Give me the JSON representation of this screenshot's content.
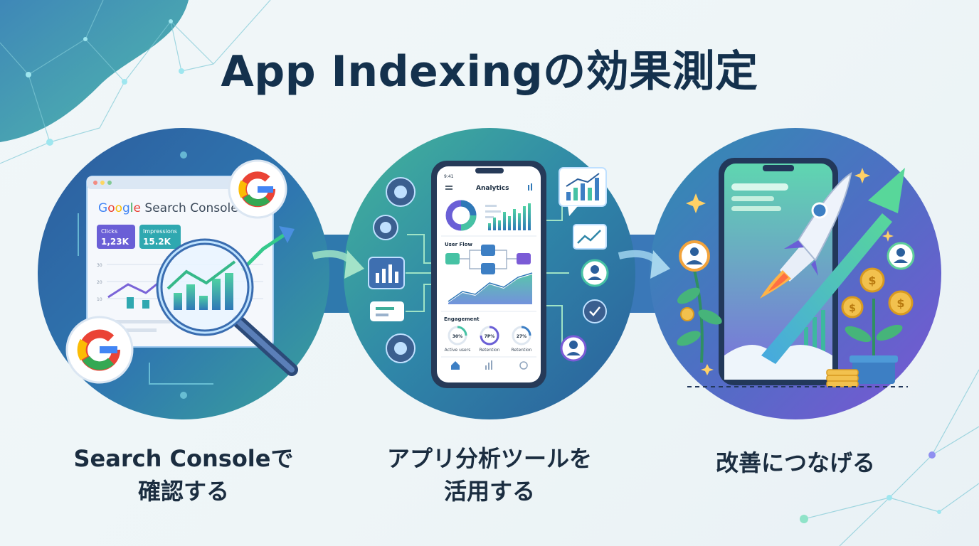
{
  "title": "App Indexingの効果測定",
  "steps": [
    {
      "caption_line1": "Search Consoleで",
      "caption_line2": "確認する",
      "console_header": "Google Search Console",
      "stat1_label": "Clicks",
      "stat1_value": "1,23K",
      "stat2_label": "Impressions",
      "stat2_value": "15.2K"
    },
    {
      "caption_line1": "アプリ分析ツールを",
      "caption_line2": "活用する",
      "status_time": "9:41",
      "app_title": "Analytics",
      "flow_label": "User Flow",
      "engagement_label": "Engagement",
      "metrics": [
        {
          "value": "30%",
          "label": "Active users"
        },
        {
          "value": "7P%",
          "label": "Retention"
        },
        {
          "value": "27%",
          "label": "Retention"
        }
      ]
    },
    {
      "caption_line1": "改善につなげる"
    }
  ],
  "colors": {
    "title": "#14314d",
    "circle_blue": "#2f6fb3",
    "circle_teal": "#3fae9a",
    "circle_purple": "#7b5bd6",
    "google_blue": "#4285F4",
    "google_red": "#EA4335",
    "google_yellow": "#FBBC05",
    "google_green": "#34A853"
  }
}
